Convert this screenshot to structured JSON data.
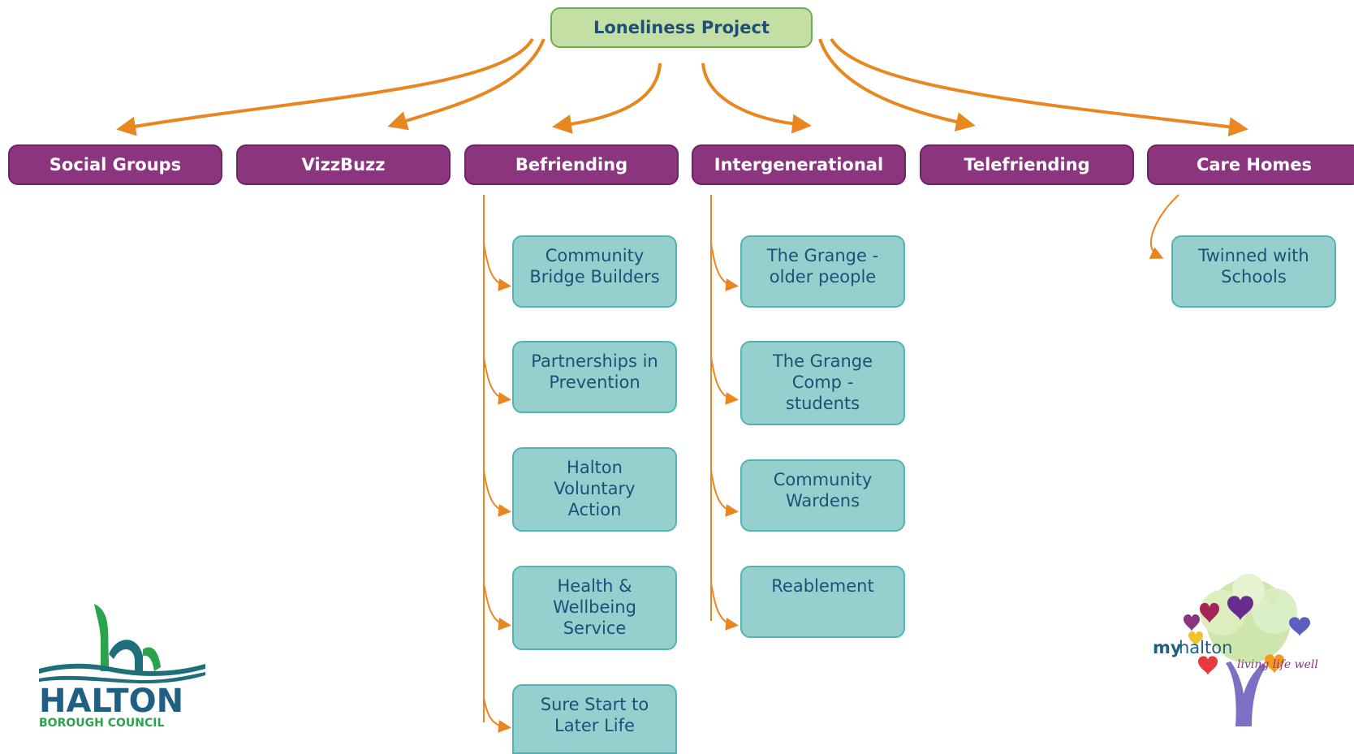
{
  "root": {
    "label": "Loneliness Project"
  },
  "categories": [
    {
      "label": "Social Groups"
    },
    {
      "label": "VizzBuzz"
    },
    {
      "label": "Befriending"
    },
    {
      "label": "Intergenerational"
    },
    {
      "label": "Telefriending"
    },
    {
      "label": "Care Homes"
    }
  ],
  "befriending_items": [
    {
      "lines": [
        "Community",
        "Bridge Builders"
      ]
    },
    {
      "lines": [
        "Partnerships in",
        "Prevention"
      ]
    },
    {
      "lines": [
        "Halton",
        "Voluntary",
        "Action"
      ]
    },
    {
      "lines": [
        "Health &",
        "Wellbeing",
        "Service"
      ]
    },
    {
      "lines": [
        "Sure Start to",
        "Later Life"
      ]
    }
  ],
  "intergenerational_items": [
    {
      "lines": [
        "The Grange -",
        "older people"
      ]
    },
    {
      "lines": [
        "The Grange",
        "Comp -",
        "students"
      ]
    },
    {
      "lines": [
        "Community",
        "Wardens"
      ]
    },
    {
      "lines": [
        "Reablement"
      ]
    }
  ],
  "care_homes_items": [
    {
      "lines": [
        "Twinned with",
        "Schools"
      ]
    }
  ],
  "logos": {
    "halton": {
      "word": "HALTON",
      "sub": "BOROUGH COUNCIL"
    },
    "myhalton": {
      "my": "my",
      "name": "halton",
      "tagline": "living life well"
    }
  },
  "colors": {
    "root_fill": "#c3dfa3",
    "category_fill": "#8c357f",
    "subitem_fill": "#96d0ce",
    "connector": "#e8861f",
    "text_dark": "#1f4e79"
  }
}
